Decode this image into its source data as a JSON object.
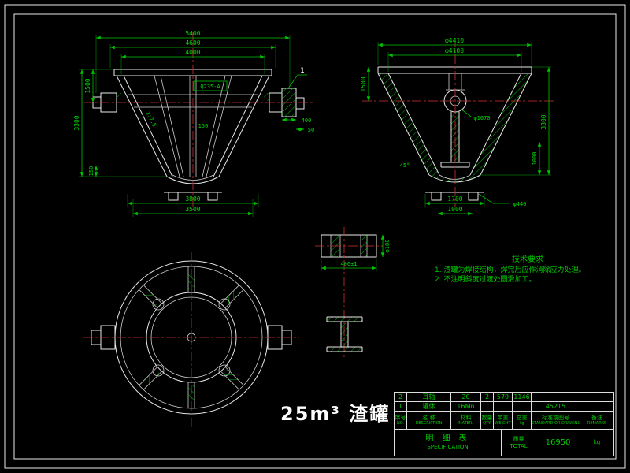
{
  "main_title": "25m³ 渣罐",
  "colors": {
    "background": "#000000",
    "outline": "#e8e8e8",
    "dimension": "#00c400",
    "centerline": "#d43030",
    "hatch": "#00b400"
  },
  "front_view": {
    "dim_overall_width": "5400",
    "dim_rim_width": "4600",
    "dim_opening_width": "4000",
    "dim_rim_to_trunnion": "1500",
    "dim_height": "3300",
    "dim_bottom_offset": "150",
    "dim_bottom_outer": "3800",
    "dim_bottom_inner": "3500",
    "dim_trunnion_length": "400",
    "dim_trunnion_step": "50",
    "dim_center": "150",
    "taper": "1:7.5",
    "plate_label": "Q235-A",
    "callout": "1"
  },
  "side_view": {
    "dim_dia_outer": "φ4410",
    "dim_dia_inner": "φ4100",
    "dim_height": "3300",
    "dim_lower_height": "1000",
    "dim_upper_height": "1500",
    "dim_bottom_outer": "1700",
    "dim_bottom_inner": "1000",
    "dim_bottom_dia": "φ440",
    "dim_hub_dia": "φ1070",
    "dim_angle": "45°"
  },
  "detail_pin": {
    "dim_length": "400±1",
    "dim_dia": "φ180"
  },
  "notes": {
    "title": "技术要求",
    "line1": "1. 渣罐为焊接结构，焊完后应作消除应力处理。",
    "line2": "2. 不注明斜度过渡处圆滑加工。"
  },
  "spec_table": {
    "rows": [
      {
        "no": "2",
        "name": "耳轴",
        "material": "20",
        "qty": "2",
        "unit_weight": "579",
        "total_weight": "1146",
        "standard": "",
        "remarks": ""
      },
      {
        "no": "1",
        "name": "罐体",
        "material": "16Mn",
        "qty": "1",
        "unit_weight": "",
        "total_weight": "",
        "standard": "45215",
        "remarks": ""
      }
    ],
    "headers": {
      "no_cn": "序号",
      "no_en": "NO.",
      "name_cn": "名  称",
      "name_en": "DESCRIPTION",
      "material_cn": "材料",
      "material_en": "MATER.",
      "qty_cn": "数量",
      "qty_en": "QTY.",
      "unit_weight_cn": "单重",
      "unit_weight_en": "WEIGHT",
      "total_weight_cn": "总重",
      "total_weight_en": "kg",
      "standard_cn": "标准或图号",
      "standard_en": "STANDARD OR DRAWING No.",
      "remarks_cn": "备注",
      "remarks_en": "REMARKS"
    },
    "footer": {
      "title_cn": "明  细  表",
      "title_en": "SPECIFICATION",
      "total_label_cn": "质量",
      "total_label_en": "TOTAL",
      "total_value": "16950",
      "total_unit": "kg"
    }
  }
}
